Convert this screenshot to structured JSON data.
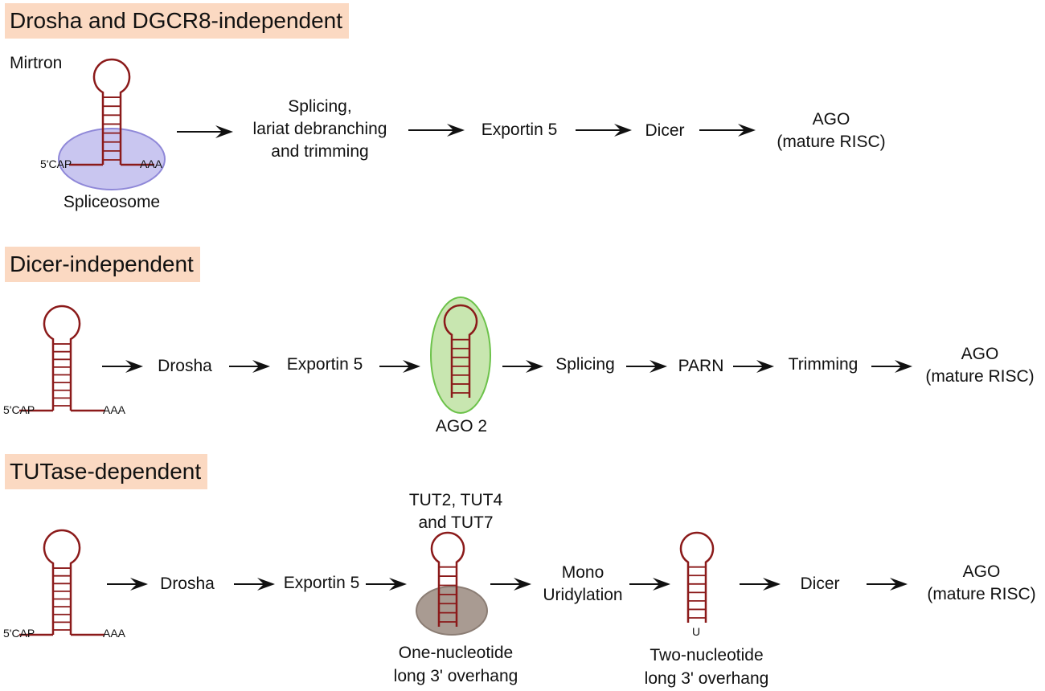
{
  "colors": {
    "hairpin": "#8b1a1a",
    "header_bg": "#fbd9c2",
    "spliceosome_fill": "#c9c6f0",
    "spliceosome_stroke": "#8f88d8",
    "ago2_fill": "#c8e6b0",
    "ago2_stroke": "#6cc24a",
    "tut_fill": "#a99b92",
    "tut_stroke": "#8b7d74"
  },
  "sections": {
    "drosha_dgcr8": {
      "title": "Drosha and DGCR8-independent",
      "mirtron_label": "Mirtron",
      "cap_label": "5'CAP",
      "polya_label": "AAA",
      "spliceosome_label": "Spliceosome",
      "steps": [
        "Splicing,",
        "lariat debranching",
        "and trimming",
        "Exportin 5",
        "Dicer",
        "AGO",
        "(mature RISC)"
      ]
    },
    "dicer_independent": {
      "title": "Dicer-independent",
      "cap_label": "5'CAP",
      "polya_label": "AAA",
      "ago2_label": "AGO 2",
      "steps": [
        "Drosha",
        "Exportin 5",
        "Splicing",
        "PARN",
        "Trimming",
        "AGO",
        "(mature RISC)"
      ]
    },
    "tutase_dependent": {
      "title": "TUTase-dependent",
      "cap_label": "5'CAP",
      "polya_label": "AAA",
      "tut_label_1": "TUT2, TUT4",
      "tut_label_2": "and TUT7",
      "overhang1_line1": "One-nucleotide",
      "overhang1_line2": "long 3' overhang",
      "u_label": "U",
      "overhang2_line1": "Two-nucleotide",
      "overhang2_line2": "long 3' overhang",
      "steps": [
        "Drosha",
        "Exportin 5",
        "Mono",
        "Uridylation",
        "Dicer",
        "AGO",
        "(mature RISC)"
      ]
    }
  }
}
